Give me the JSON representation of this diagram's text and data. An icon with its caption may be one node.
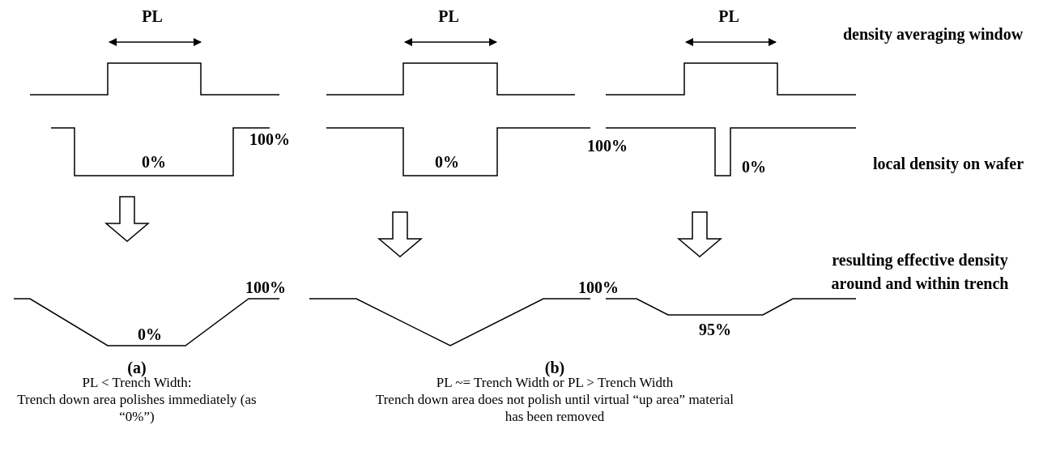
{
  "diagram": {
    "labels": [
      "PL",
      "PL",
      "PL",
      "density averaging window",
      "100%",
      "100%",
      "0%",
      "0%",
      "local density on wafer",
      "0%",
      "resulting effective density around and within trench",
      "100%",
      "100%",
      "0%",
      "95%",
      "(a)",
      "(b)",
      "PL < Trench Width:",
      "PL ~= Trench Width or PL > Trench Width",
      "Trench down area polishes immediately (as “0%”)",
      "Trench down area does not polish until virtual “up area” material has been removed"
    ]
  }
}
